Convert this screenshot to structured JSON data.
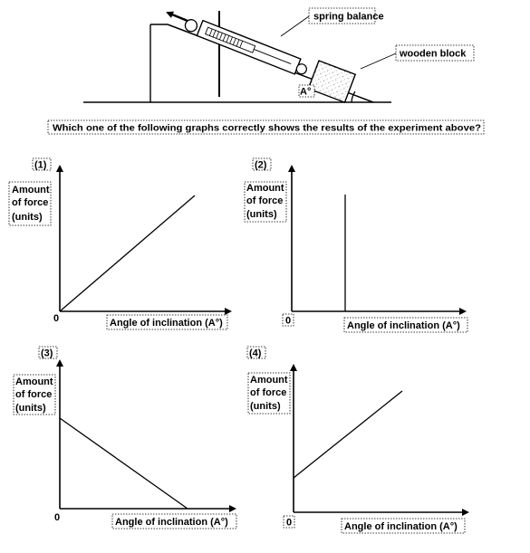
{
  "apparatus": {
    "spring_balance_label": "spring balance",
    "wooden_block_label": "wooden block",
    "angle_label": "A°"
  },
  "question": "Which one of the following graphs correctly shows the results of the experiment above?",
  "graphs": [
    {
      "number": "(1)",
      "y_label": [
        "Amount",
        "of force",
        "(units)"
      ],
      "x_label": "Angle of inclination (A°)",
      "origin": "0"
    },
    {
      "number": "(2)",
      "y_label": [
        "Amount",
        "of force",
        "(units)"
      ],
      "x_label": "Angle of inclination (A°)",
      "origin": "0"
    },
    {
      "number": "(3)",
      "y_label": [
        "Amount",
        "of force",
        "(units)"
      ],
      "x_label": "Angle of inclination (A°)",
      "origin": "0"
    },
    {
      "number": "(4)",
      "y_label": [
        "Amount",
        "of force",
        "(units)"
      ],
      "x_label": "Angle of inclination (A°)",
      "origin": "0"
    }
  ]
}
